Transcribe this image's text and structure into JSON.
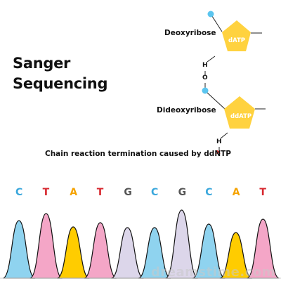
{
  "title": {
    "line1": "Sanger",
    "line2": "Sequencing"
  },
  "molecules": {
    "top_label": "Deoxyribose",
    "top_nucleotide": "dATP",
    "link_atom_1": "H",
    "link_atom_2": "O",
    "bottom_label": "Dideoxyribose",
    "bottom_nucleotide": "ddATP",
    "end_atom": "H",
    "end_mark": "x"
  },
  "caption": "Chain reaction termination caused by ddNTP",
  "sequence": [
    "C",
    "T",
    "A",
    "T",
    "G",
    "C",
    "G",
    "C",
    "A",
    "T"
  ],
  "base_colors": {
    "A": "#f5a300",
    "T": "#d7282f",
    "G": "#555555",
    "C": "#3aa7dc"
  },
  "peak_colors": {
    "A": "#ffcc00",
    "T": "#f4a6c7",
    "G": "#dcd6ea",
    "C": "#8fd3ef"
  },
  "accent_colors": {
    "pentagon": "#ffd23f",
    "phosphate_dot": "#5bc5ef",
    "termination_mark": "#e0201b"
  },
  "chromatogram": {
    "peak_heights": [
      0.82,
      0.92,
      0.73,
      0.79,
      0.72,
      0.72,
      0.97,
      0.77,
      0.65,
      0.84
    ]
  },
  "watermark": "dreamstime.com"
}
